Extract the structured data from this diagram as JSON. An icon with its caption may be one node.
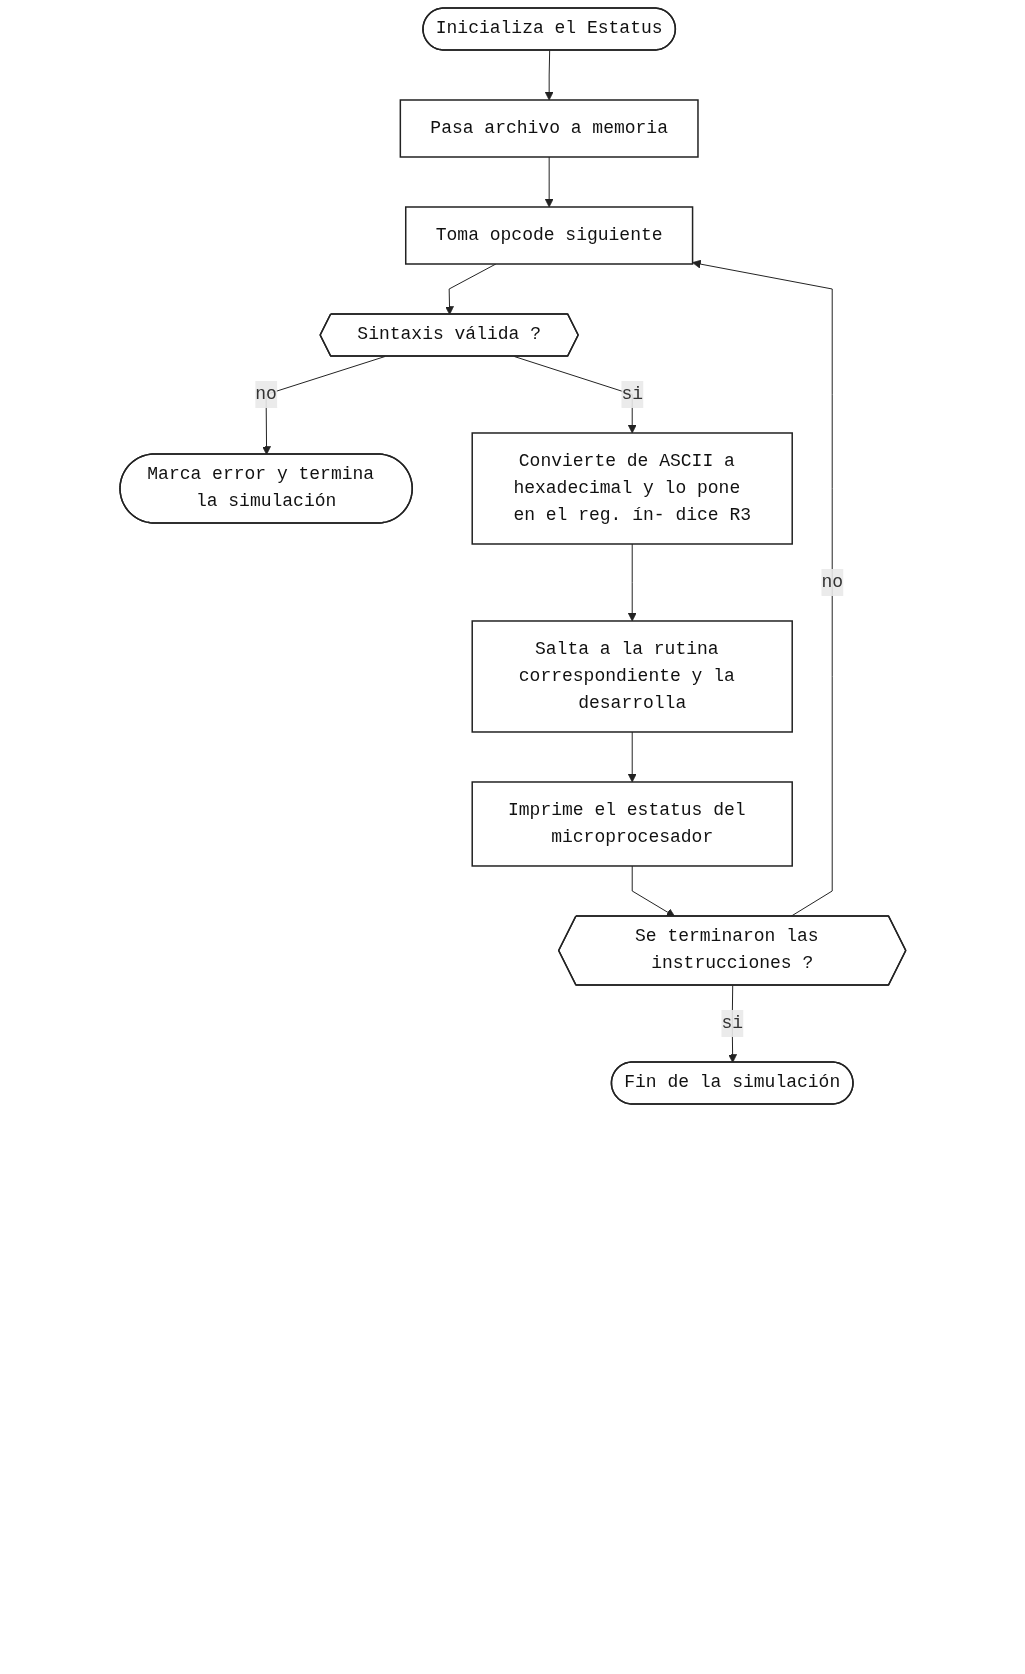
{
  "diagram": {
    "nodes": [
      {
        "text": [
          "Inicializa el Estatus"
        ]
      },
      {
        "text": [
          "Pasa archivo a memoria"
        ]
      },
      {
        "text": [
          "Toma opcode siguiente"
        ]
      },
      {
        "text": [
          "Sintaxis válida ?"
        ]
      },
      {
        "text": [
          "Marca error y termina la simulación"
        ]
      },
      {
        "text": [
          "Convierte de ASCII a hexadecimal y lo pone en el reg. ín- dice R3"
        ]
      },
      {
        "text": [
          "Salta a la rutina correspondiente y la desarrolla"
        ]
      },
      {
        "text": [
          "Imprime el estatus del microprocesador"
        ]
      },
      {
        "text": [
          "Se terminaron las instrucciones ?"
        ]
      },
      {
        "text": [
          "Fin de la simulación"
        ]
      }
    ],
    "edges": [
      {
        "from": 0,
        "to": 1,
        "arrow": "to"
      },
      {
        "from": 1,
        "to": 2,
        "arrow": "to"
      },
      {
        "from": 2,
        "to": 3,
        "arrow": "to"
      },
      {
        "from": 3,
        "to": 4,
        "arrow": "to",
        "label": "no"
      },
      {
        "from": 3,
        "to": 5,
        "arrow": "to",
        "label": "si"
      },
      {
        "from": 5,
        "to": 6,
        "arrow": "to"
      },
      {
        "from": 6,
        "to": 7,
        "arrow": "to"
      },
      {
        "from": 7,
        "to": 8,
        "arrow": "to"
      },
      {
        "from": 8,
        "to": 9,
        "arrow": "to",
        "label": "si"
      },
      {
        "from": 8,
        "to": 2,
        "arrow": "to",
        "label": "no"
      }
    ]
  }
}
